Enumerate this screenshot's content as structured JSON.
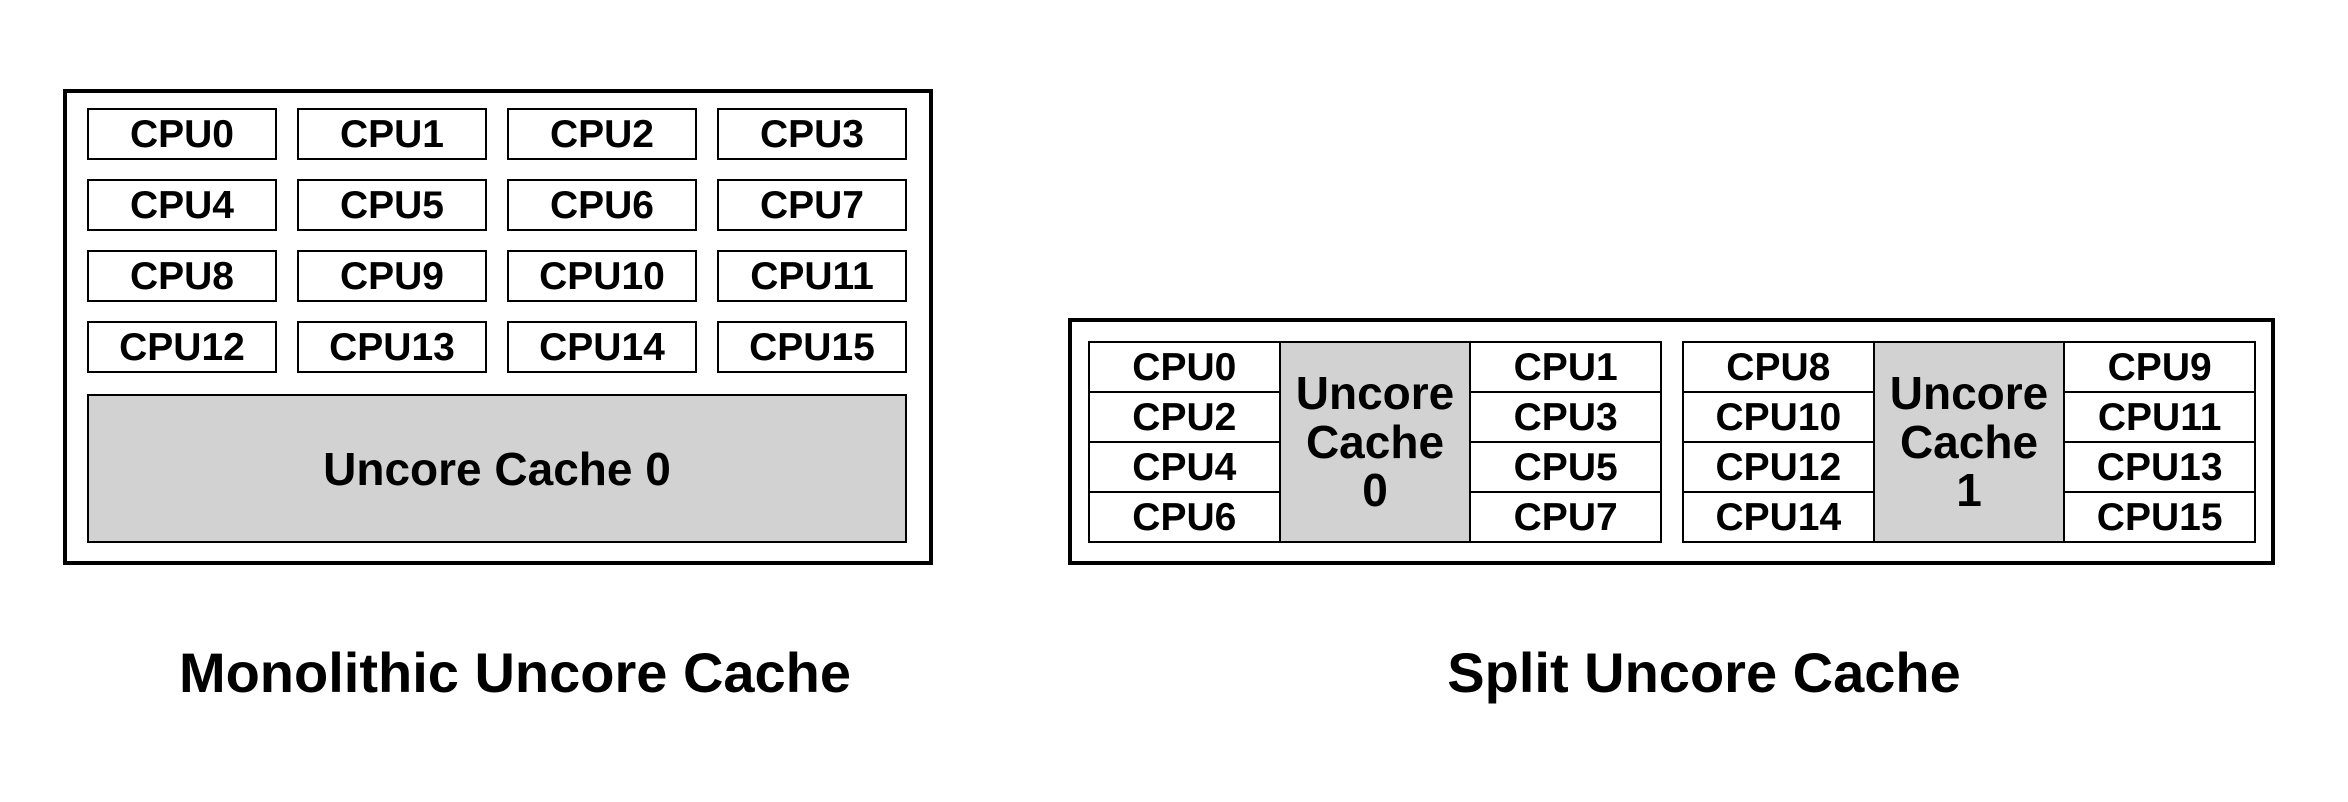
{
  "monolithic": {
    "caption": "Monolithic Uncore Cache",
    "cpus": [
      "CPU0",
      "CPU1",
      "CPU2",
      "CPU3",
      "CPU4",
      "CPU5",
      "CPU6",
      "CPU7",
      "CPU8",
      "CPU9",
      "CPU10",
      "CPU11",
      "CPU12",
      "CPU13",
      "CPU14",
      "CPU15"
    ],
    "cache_label": "Uncore Cache 0"
  },
  "split": {
    "caption": "Split Uncore Cache",
    "groups": [
      {
        "left_cpus": [
          "CPU0",
          "CPU2",
          "CPU4",
          "CPU6"
        ],
        "cache_lines": [
          "Uncore",
          "Cache",
          "0"
        ],
        "right_cpus": [
          "CPU1",
          "CPU3",
          "CPU5",
          "CPU7"
        ]
      },
      {
        "left_cpus": [
          "CPU8",
          "CPU10",
          "CPU12",
          "CPU14"
        ],
        "cache_lines": [
          "Uncore",
          "Cache",
          "1"
        ],
        "right_cpus": [
          "CPU9",
          "CPU11",
          "CPU13",
          "CPU15"
        ]
      }
    ]
  },
  "colors": {
    "cache_fill": "#d2d2d2",
    "border": "#000000",
    "background": "#ffffff",
    "text": "#000000"
  }
}
